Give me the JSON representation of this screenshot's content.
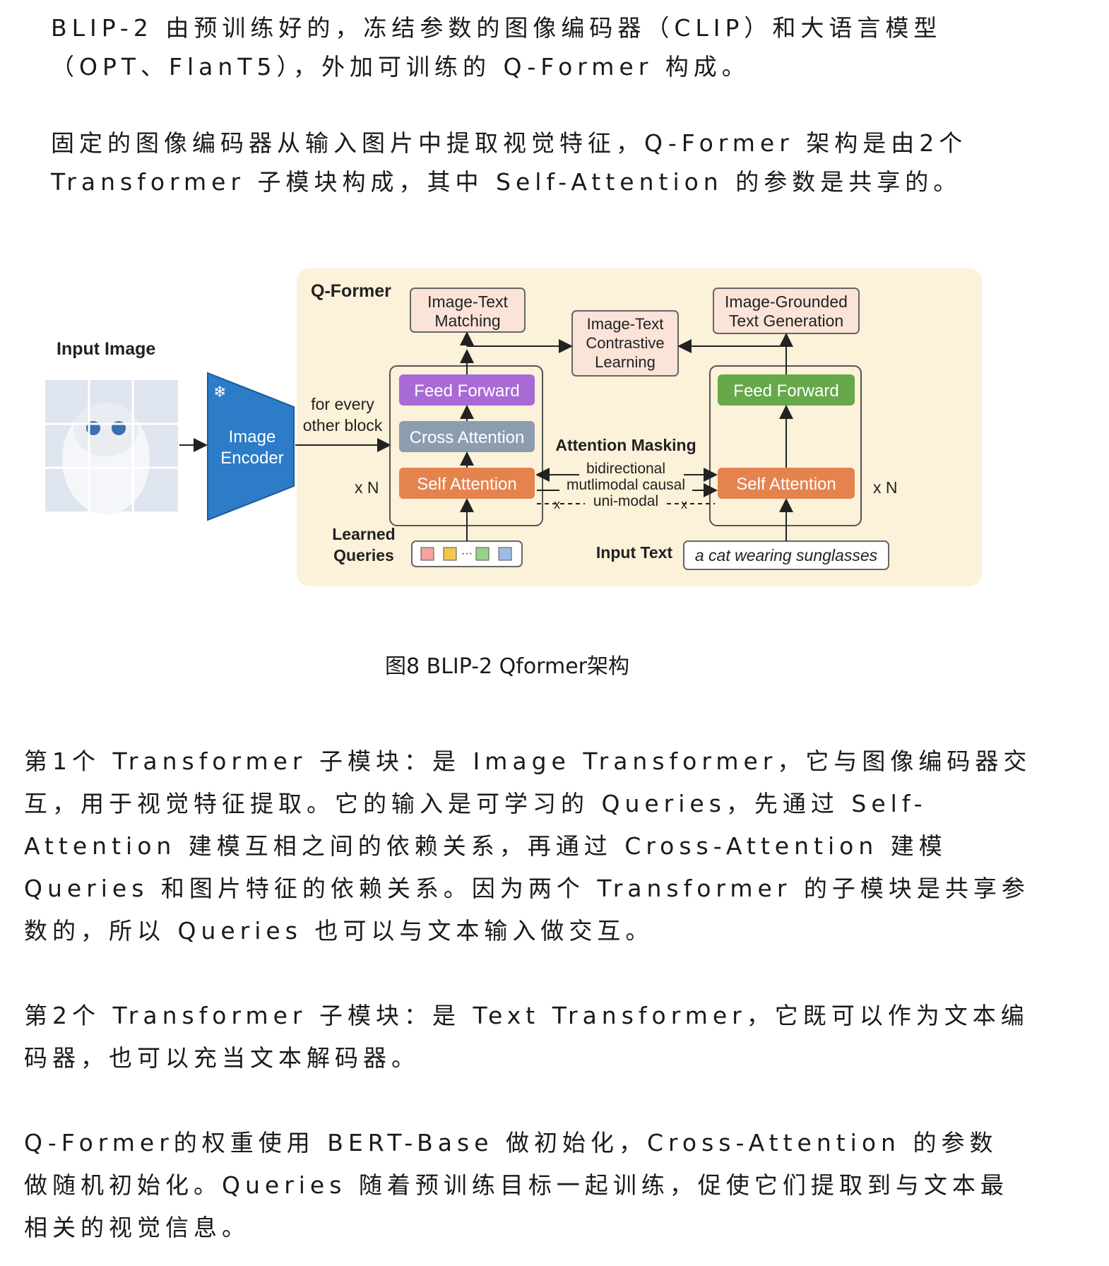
{
  "paragraphs": {
    "p1": [
      "BLIP-2 由预训练好的，冻结参数的图像编码器（CLIP）和大语言模型",
      "（OPT、FlanT5），外加可训练的 Q-Former 构成。"
    ],
    "p2": [
      "固定的图像编码器从输入图片中提取视觉特征，Q-Former 架构是由2个",
      "Transformer 子模块构成，其中 Self-Attention 的参数是共享的。"
    ],
    "p3": [
      "第1个 Transformer 子模块：是 Image Transformer，它与图像编码器交",
      "互，用于视觉特征提取。它的输入是可学习的 Queries，先通过 Self-",
      "Attention 建模互相之间的依赖关系，再通过 Cross-Attention 建模",
      "Queries 和图片特征的依赖关系。因为两个 Transformer 的子模块是共享参",
      "数的，所以 Queries 也可以与文本输入做交互。"
    ],
    "p4": [
      "第2个 Transformer 子模块：是 Text Transformer，它既可以作为文本编",
      "码器，也可以充当文本解码器。"
    ],
    "p5": [
      "Q-Former的权重使用 BERT-Base 做初始化，Cross-Attention 的参数",
      "做随机初始化。Queries 随着预训练目标一起训练，促使它们提取到与文本最",
      "相关的视觉信息。"
    ]
  },
  "caption": "图8 BLIP-2 Qformer架构",
  "diagram": {
    "qformer_title": "Q-Former",
    "input_image_label": "Input Image",
    "encoder_line1": "Image",
    "encoder_line2": "Encoder",
    "every_other_line1": "for every",
    "every_other_line2": "other block",
    "itm_line1": "Image-Text",
    "itm_line2": "Matching",
    "itc_line1": "Image-Text",
    "itc_line2": "Contrastive",
    "itc_line3": "Learning",
    "itg_line1": "Image-Grounded",
    "itg_line2": "Text Generation",
    "feed_forward_left": "Feed Forward",
    "cross_attention": "Cross Attention",
    "self_attention_left": "Self Attention",
    "feed_forward_right": "Feed Forward",
    "self_attention_right": "Self Attention",
    "attention_masking": "Attention Masking",
    "mask_bidirectional": "bidirectional",
    "mask_causal": "mutlimodal causal",
    "mask_unimodal": "uni-modal",
    "xn_left": "x N",
    "xn_right": "x N",
    "learned_line1": "Learned",
    "learned_line2": "Queries",
    "query_dots": "···",
    "input_text_label": "Input Text",
    "input_text_value": "a cat wearing sunglasses",
    "colors": {
      "panel": "#fcf1d9",
      "feed_forward_left": "#a86ad4",
      "cross_attention": "#8d9db0",
      "self_attention": "#e5834f",
      "feed_forward_right": "#66a84a",
      "encoder": "#2c7cc8",
      "task_box": "#fbe3d7"
    }
  }
}
